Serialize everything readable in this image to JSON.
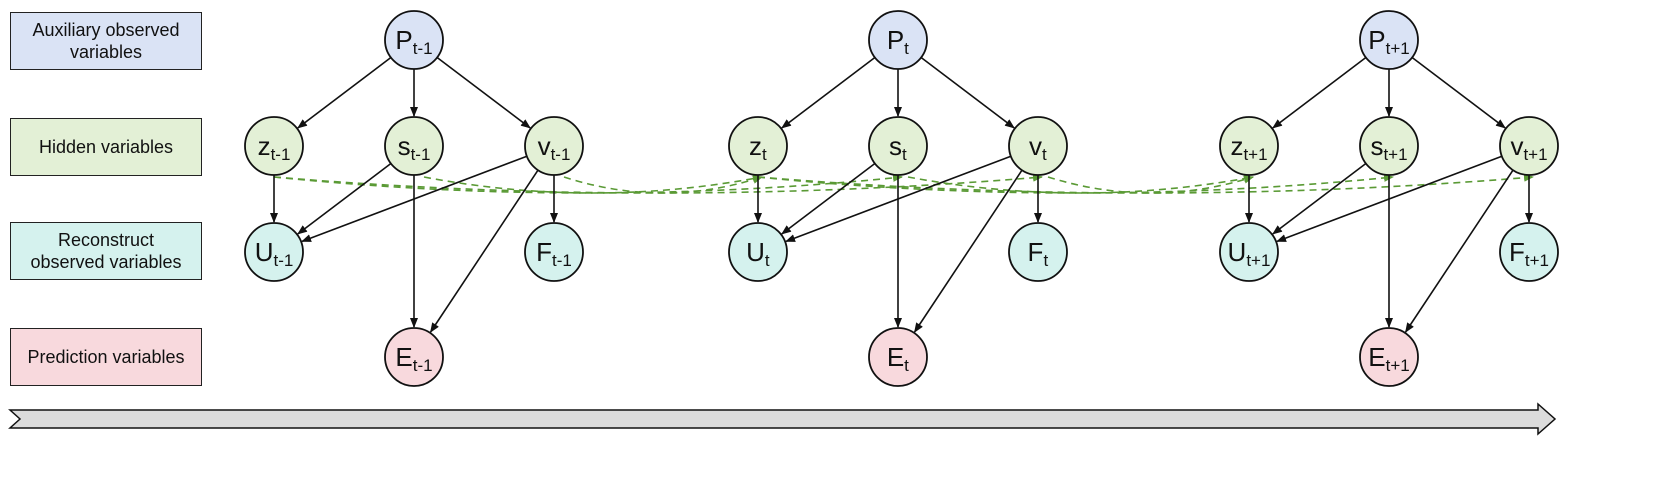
{
  "legend": {
    "auxiliary": {
      "label": "Auxiliary observed\nvariables",
      "color": "#dae3f5"
    },
    "hidden": {
      "label": "Hidden variables",
      "color": "#e3f0d6"
    },
    "reconstruct": {
      "label": "Reconstruct\nobserved variables",
      "color": "#d5f2ee"
    },
    "prediction": {
      "label": "Prediction variables",
      "color": "#f8d9dd"
    }
  },
  "timesteps": [
    {
      "subscript": "t-1"
    },
    {
      "subscript": "t"
    },
    {
      "subscript": "t+1"
    }
  ],
  "variables": {
    "P": {
      "letter": "P",
      "group": "auxiliary"
    },
    "z": {
      "letter": "z",
      "group": "hidden"
    },
    "s": {
      "letter": "s",
      "group": "hidden"
    },
    "v": {
      "letter": "v",
      "group": "hidden"
    },
    "U": {
      "letter": "U",
      "group": "reconstruct"
    },
    "F": {
      "letter": "F",
      "group": "reconstruct"
    },
    "E": {
      "letter": "E",
      "group": "prediction"
    }
  },
  "edges": [
    [
      "P",
      "z"
    ],
    [
      "P",
      "s"
    ],
    [
      "P",
      "v"
    ],
    [
      "z",
      "U"
    ],
    [
      "s",
      "U"
    ],
    [
      "s",
      "E"
    ],
    [
      "v",
      "U"
    ],
    [
      "v",
      "F"
    ],
    [
      "v",
      "E"
    ]
  ],
  "temporal_edges": [
    [
      "z",
      "s"
    ],
    [
      "z",
      "v"
    ],
    [
      "s",
      "z"
    ],
    [
      "v",
      "z"
    ]
  ],
  "colors": {
    "node_stroke": "#111111",
    "edge": "#111111",
    "temporal_edge": "#5a9a35",
    "time_arrow_fill": "#dcdcdc"
  }
}
